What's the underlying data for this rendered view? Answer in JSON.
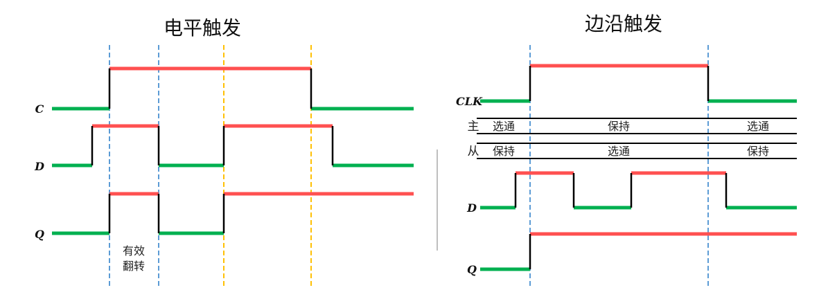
{
  "colors": {
    "high": "#ff5050",
    "low": "#00b050",
    "edge": "#000000",
    "marker_blue": "#5b9bd5",
    "marker_orange": "#ffc000",
    "divider": "#bfbfbf",
    "table_line": "#000000"
  },
  "left": {
    "title": "电平触发",
    "signals": [
      {
        "name": "C",
        "label": "C",
        "transitions": [
          0,
          1,
          0
        ]
      },
      {
        "name": "D",
        "label": "D",
        "transitions": [
          0,
          1,
          0,
          1,
          0
        ]
      },
      {
        "name": "Q",
        "label": "Q",
        "transitions": [
          0,
          1,
          0,
          1
        ]
      }
    ],
    "markers": [
      {
        "type": "blue"
      },
      {
        "type": "blue"
      },
      {
        "type": "orange"
      },
      {
        "type": "orange"
      }
    ],
    "annotation": {
      "line1": "有效",
      "line2": "翻转"
    }
  },
  "right": {
    "title": "边沿触发",
    "signals": [
      {
        "name": "CLK",
        "label": "CLK",
        "transitions": [
          0,
          1,
          0
        ]
      },
      {
        "name": "D",
        "label": "D",
        "transitions": [
          0,
          1,
          0,
          1,
          0
        ]
      },
      {
        "name": "Q",
        "label": "Q",
        "transitions": [
          0,
          1
        ]
      }
    ],
    "markers": [
      {
        "type": "blue"
      },
      {
        "type": "blue"
      }
    ],
    "table": {
      "rows": [
        {
          "label": "主",
          "cells": [
            "选通",
            "保持",
            "选通"
          ]
        },
        {
          "label": "从",
          "cells": [
            "保持",
            "选通",
            "保持"
          ]
        }
      ]
    }
  }
}
